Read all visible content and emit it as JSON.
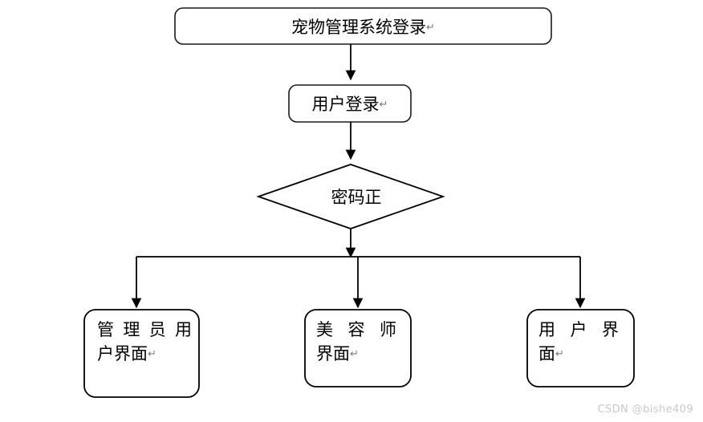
{
  "diagram": {
    "type": "flowchart",
    "title_text": "宠物管理系统登录",
    "pilcrow": "↵",
    "nodes": {
      "title_box": {
        "label": "宠物管理系统登录",
        "shape": "rounded-rectangle",
        "has_pilcrow": true
      },
      "login_box": {
        "label": "用户登录",
        "shape": "rounded-rectangle",
        "has_pilcrow": true
      },
      "decision": {
        "label": "密码正",
        "shape": "diamond",
        "has_pilcrow": false
      },
      "admin_box": {
        "line1": "管理员用",
        "line2": "户界面",
        "shape": "rounded-rectangle",
        "has_pilcrow": true
      },
      "groomer_box": {
        "line1": "美容师",
        "line2": "界面",
        "shape": "rounded-rectangle",
        "has_pilcrow": true
      },
      "user_box": {
        "line1": "用户界",
        "line2": "面",
        "shape": "rounded-rectangle",
        "has_pilcrow": true
      }
    },
    "edges": [
      {
        "from": "title_box",
        "to": "login_box",
        "style": "arrow-down"
      },
      {
        "from": "login_box",
        "to": "decision",
        "style": "arrow-down"
      },
      {
        "from": "decision",
        "to": "branch-bus",
        "style": "arrow-down"
      },
      {
        "from": "branch-bus",
        "to": "admin_box",
        "style": "arrow-down"
      },
      {
        "from": "branch-bus",
        "to": "groomer_box",
        "style": "arrow-down"
      },
      {
        "from": "branch-bus",
        "to": "user_box",
        "style": "arrow-down"
      }
    ],
    "colors": {
      "stroke": "#000000",
      "fill": "#ffffff",
      "text": "#000000",
      "pilcrow": "#7b7b7b",
      "watermark": "#c9c9c9"
    }
  },
  "watermark": {
    "text": "CSDN @bishe409"
  }
}
